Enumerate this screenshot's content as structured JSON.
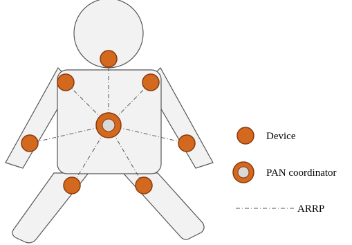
{
  "colors": {
    "body_fill": "#f2f2f2",
    "body_stroke": "#555555",
    "node_fill": "#d2691e",
    "node_stroke": "#8b3a0e",
    "coordinator_center": "#d9d9d9",
    "link_stroke": "#555555"
  },
  "legend": {
    "device_label": "Device",
    "coordinator_label": "PAN coordinator",
    "link_label": "ARRP"
  },
  "nodes": [
    {
      "id": "head"
    },
    {
      "id": "left-shoulder"
    },
    {
      "id": "right-shoulder"
    },
    {
      "id": "left-hand"
    },
    {
      "id": "right-hand"
    },
    {
      "id": "left-knee"
    },
    {
      "id": "right-knee"
    }
  ],
  "icons": [
    "device-icon",
    "pan-coordinator-icon",
    "arrp-link-icon"
  ]
}
